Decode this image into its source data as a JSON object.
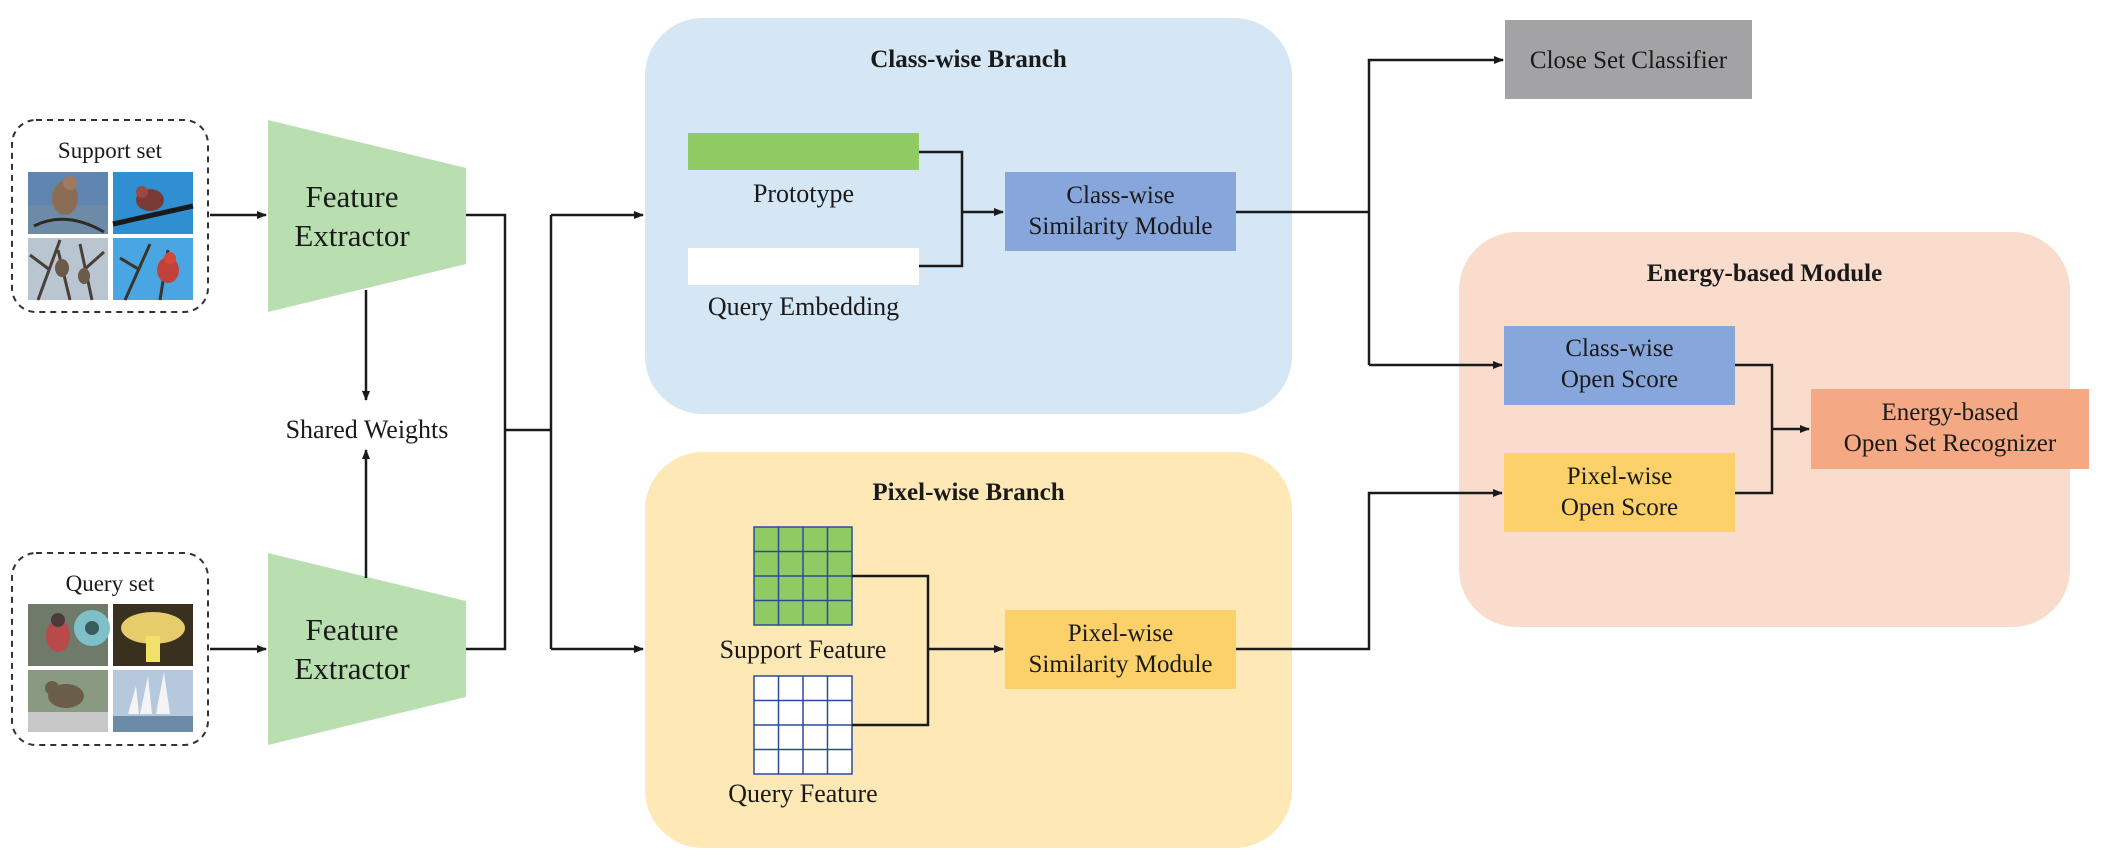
{
  "support_set": {
    "title": "Support set",
    "images": [
      "bird-on-branch",
      "bird-on-wire",
      "birds-in-tree",
      "red-bird-on-branch"
    ]
  },
  "query_set": {
    "title": "Query set",
    "images": [
      "bird-by-feeder",
      "yellow-mushroom",
      "sparrow-on-rock",
      "sailboats"
    ]
  },
  "extractor_top": {
    "line1": "Feature",
    "line2": "Extractor"
  },
  "extractor_bottom": {
    "line1": "Feature",
    "line2": "Extractor"
  },
  "shared_weights": "Shared Weights",
  "class_branch": {
    "title": "Class-wise Branch",
    "prototype": "Prototype",
    "query_embedding": "Query Embedding",
    "module": {
      "line1": "Class-wise",
      "line2": "Similarity Module"
    }
  },
  "pixel_branch": {
    "title": "Pixel-wise Branch",
    "support_feature": "Support Feature",
    "query_feature": "Query Feature",
    "module": {
      "line1": "Pixel-wise",
      "line2": "Similarity Module"
    }
  },
  "close_set": "Close Set Classifier",
  "energy_module": {
    "title": "Energy-based Module",
    "class_score": {
      "line1": "Class-wise",
      "line2": "Open Score"
    },
    "pixel_score": {
      "line1": "Pixel-wise",
      "line2": "Open Score"
    },
    "recognizer": {
      "line1": "Energy-based",
      "line2": "Open Set Recognizer"
    }
  },
  "colors": {
    "class_branch_bg": "#d5e6f4",
    "pixel_branch_bg": "#fde8b6",
    "energy_bg": "#fadccc",
    "extractor": "#b9dfb0",
    "prototype_bar": "#8fcb62",
    "blue_box": "#87a6dc",
    "yellow_box": "#fdd169",
    "orange_box": "#f4a984",
    "gray_box": "#a3a2a4"
  }
}
